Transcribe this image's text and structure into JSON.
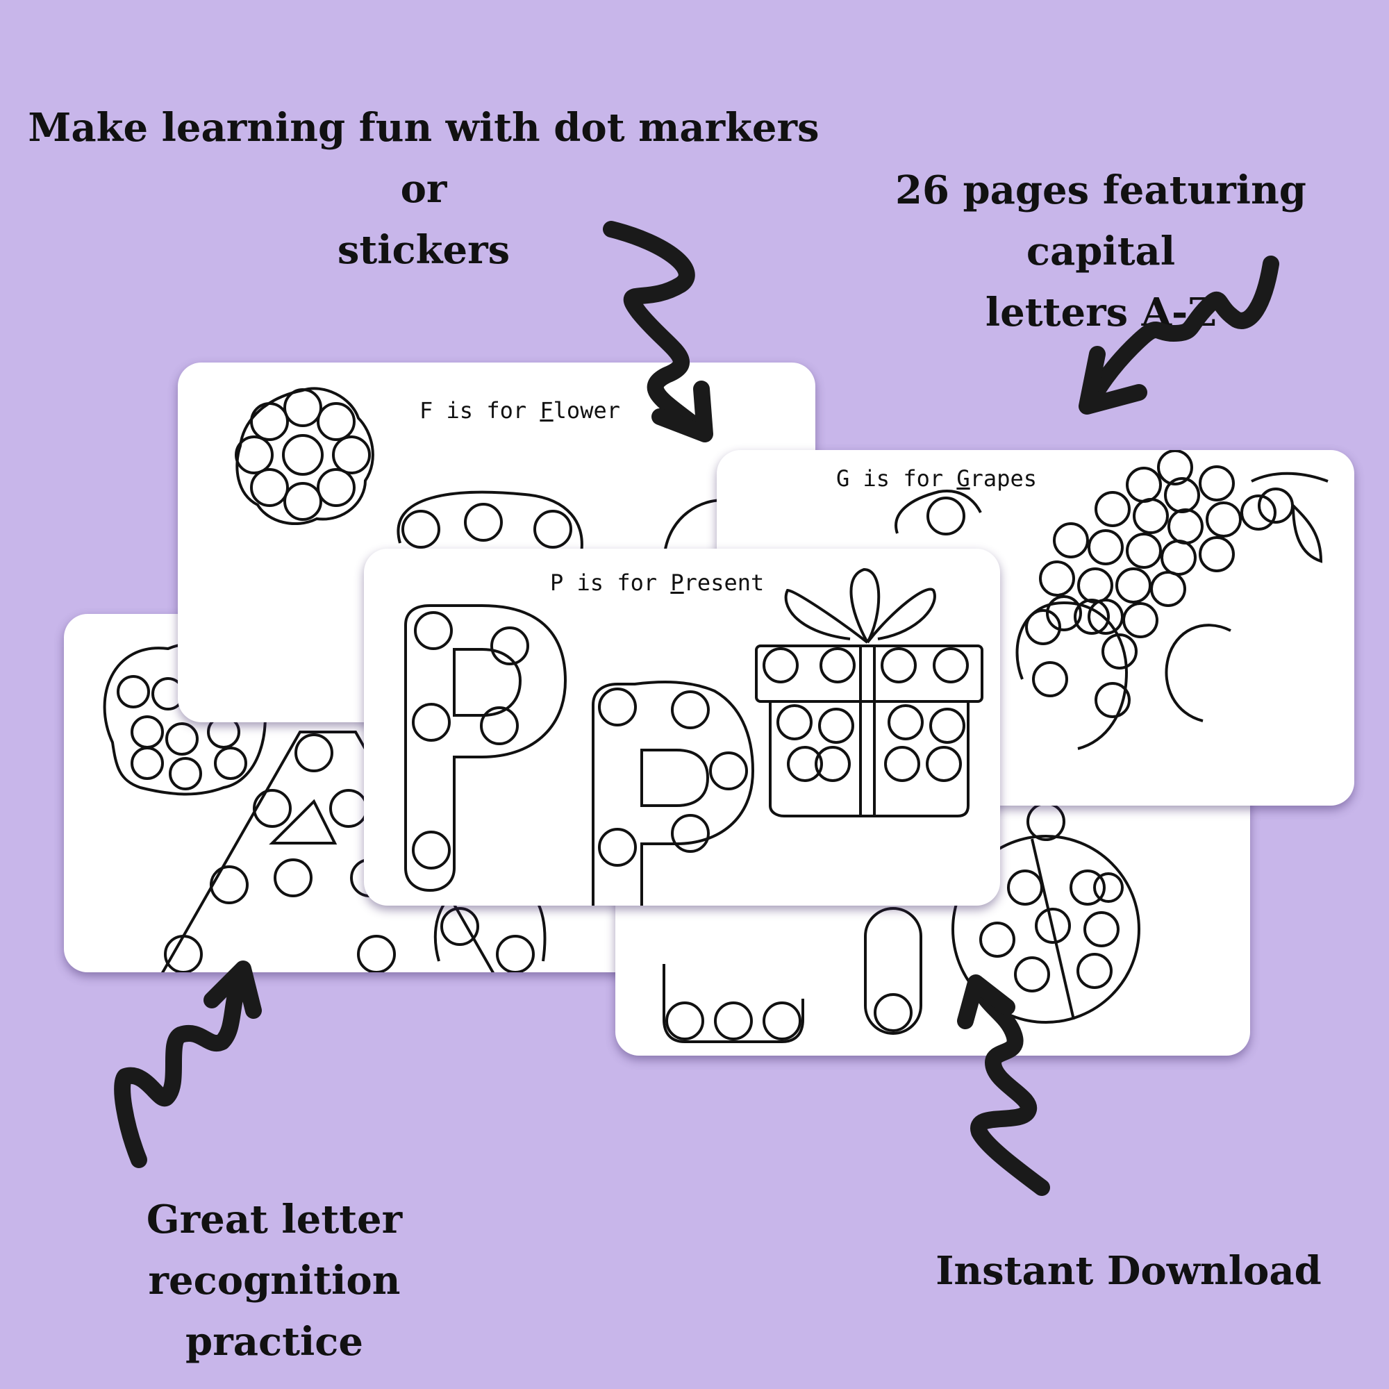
{
  "captions": {
    "top_left": [
      "Make learning fun with dot markers or",
      "stickers"
    ],
    "top_right": [
      "26 pages featuring capital",
      "letters A-Z"
    ],
    "bottom_left": [
      "Great letter",
      "recognition practice"
    ],
    "bottom_right": [
      "Instant Download"
    ]
  },
  "pages": {
    "flower": {
      "prefix": "F is for ",
      "first": "F",
      "rest": "lower"
    },
    "grapes": {
      "prefix": "G is for ",
      "first": "G",
      "rest": "rapes"
    },
    "present": {
      "prefix": "P is for ",
      "first": "P",
      "rest": "resent"
    }
  },
  "colors": {
    "background": "#c8b6ea",
    "ink": "#111111",
    "page": "#ffffff"
  }
}
